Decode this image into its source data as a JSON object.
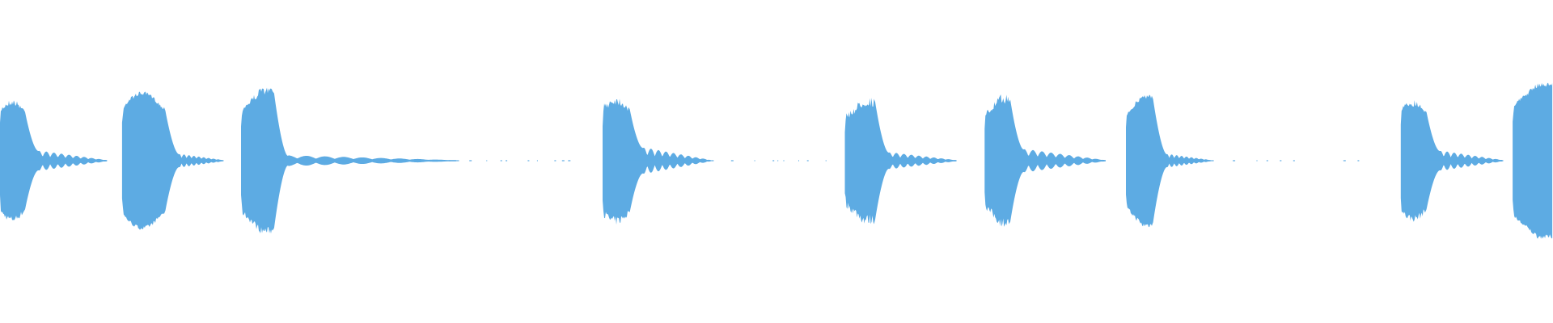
{
  "waveform": {
    "color": "#5dabe3",
    "background": "#ffffff",
    "duration_units": 1,
    "bursts": [
      {
        "start": 0.0,
        "body_end": 0.0156,
        "decay_end": 0.069,
        "amplitude": 0.76,
        "shape": "flat",
        "ripple": 0.1,
        "decay_level": 0.12
      },
      {
        "start": 0.0786,
        "body_end": 0.106,
        "decay_end": 0.144,
        "amplitude": 0.86,
        "shape": "mound",
        "ripple": 0.06,
        "decay_level": 0.08
      },
      {
        "start": 0.1552,
        "body_end": 0.176,
        "decay_end": 0.294,
        "amplitude": 0.91,
        "shape": "rise",
        "ripple": 0.1,
        "decay_level": 0.06
      },
      {
        "start": 0.388,
        "body_end": 0.405,
        "decay_end": 0.458,
        "amplitude": 0.8,
        "shape": "flat",
        "ripple": 0.14,
        "decay_level": 0.16
      },
      {
        "start": 0.544,
        "body_end": 0.563,
        "decay_end": 0.616,
        "amplitude": 0.79,
        "shape": "rise",
        "ripple": 0.16,
        "decay_level": 0.1
      },
      {
        "start": 0.634,
        "body_end": 0.65,
        "decay_end": 0.712,
        "amplitude": 0.82,
        "shape": "rise",
        "ripple": 0.14,
        "decay_level": 0.14
      },
      {
        "start": 0.725,
        "body_end": 0.742,
        "decay_end": 0.78,
        "amplitude": 0.83,
        "shape": "rise",
        "ripple": 0.08,
        "decay_level": 0.08
      },
      {
        "start": 0.902,
        "body_end": 0.918,
        "decay_end": 0.968,
        "amplitude": 0.76,
        "shape": "flat",
        "ripple": 0.12,
        "decay_level": 0.12
      },
      {
        "start": 0.974,
        "body_end": 1.0,
        "decay_end": 1.0,
        "amplitude": 0.97,
        "shape": "rise",
        "ripple": 0.06,
        "decay_level": 0.0
      }
    ],
    "noise_ranges": [
      {
        "start": 0.294,
        "end": 0.375
      },
      {
        "start": 0.458,
        "end": 0.535
      },
      {
        "start": 0.78,
        "end": 0.845
      },
      {
        "start": 0.865,
        "end": 0.888
      }
    ]
  }
}
